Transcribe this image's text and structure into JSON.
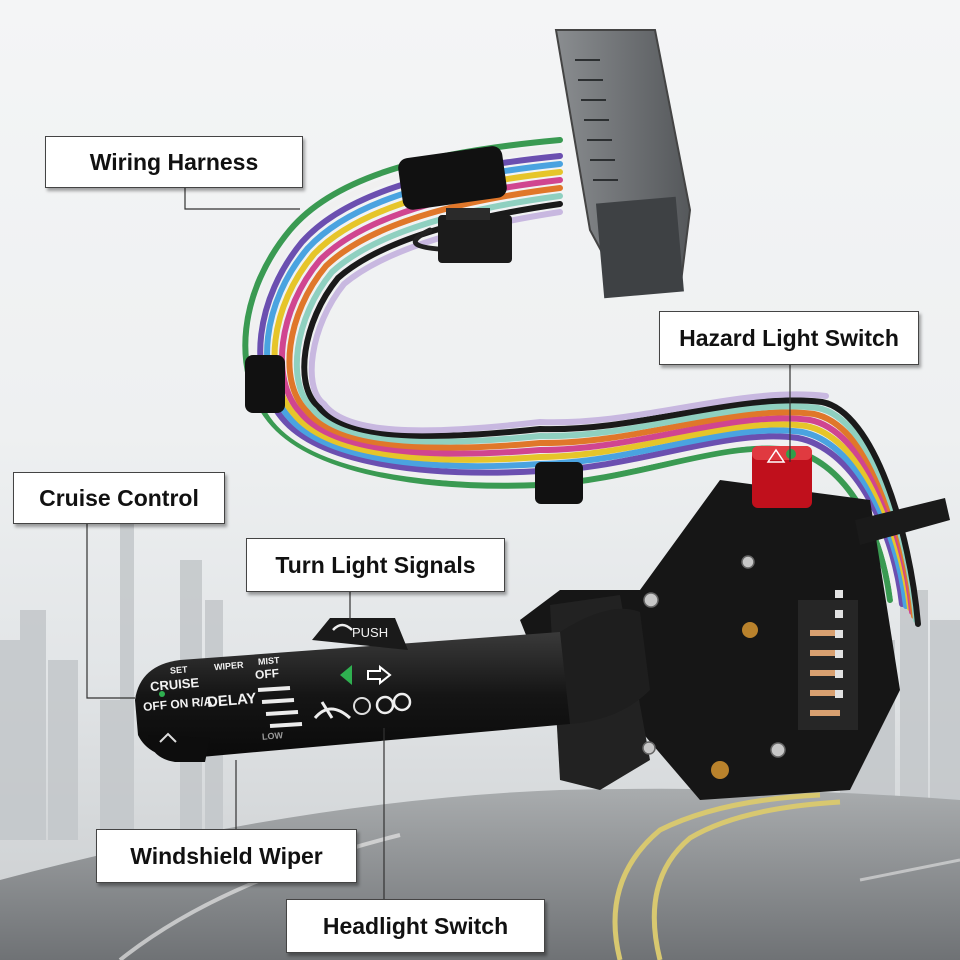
{
  "callouts": {
    "wiring_harness": "Wiring Harness",
    "hazard_light_switch": "Hazard Light Switch",
    "cruise_control": "Cruise Control",
    "turn_light_signals": "Turn Light Signals",
    "windshield_wiper": "Windshield Wiper",
    "headlight_switch": "Headlight Switch"
  },
  "lever_markings": {
    "set": "SET",
    "cruise": "CRUISE",
    "off_on_ra": "OFF ON R/A",
    "wiper": "WIPER",
    "mist": "MIST",
    "off": "OFF",
    "delay": "DELAY",
    "low": "LOW",
    "push": "PUSH"
  },
  "colors": {
    "label_border": "#444444",
    "lever_body": "#1c1c1c",
    "hazard_button": "#c0101c"
  }
}
